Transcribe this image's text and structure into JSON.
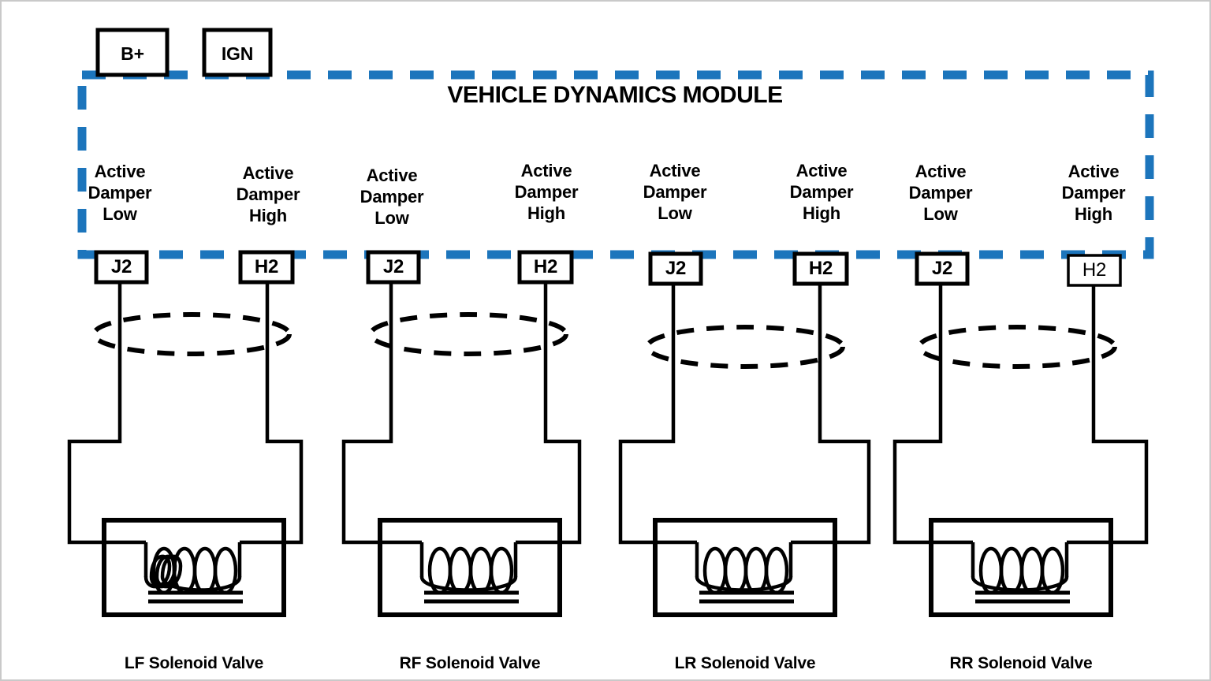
{
  "diagram": {
    "title": "VEHICLE DYNAMICS MODULE",
    "module_border_color": "#1C75BC",
    "wire_color": "#000000",
    "background": "#ffffff"
  },
  "supply_terminals": [
    {
      "id": "b-plus",
      "label": "B+"
    },
    {
      "id": "ign",
      "label": "IGN"
    }
  ],
  "channels": [
    {
      "id": "lf",
      "valve_label": "LF Solenoid Valve",
      "low": {
        "signal_label": "Active\nDamper\nLow",
        "pin": "J2"
      },
      "high": {
        "signal_label": "Active\nDamper\nHigh",
        "pin": "H2"
      }
    },
    {
      "id": "rf",
      "valve_label": "RF Solenoid Valve",
      "low": {
        "signal_label": "Active\nDamper\nLow",
        "pin": "J2"
      },
      "high": {
        "signal_label": "Active\nDamper\nHigh",
        "pin": "H2"
      }
    },
    {
      "id": "lr",
      "valve_label": "LR Solenoid Valve",
      "low": {
        "signal_label": "Active\nDamper\nLow",
        "pin": "J2"
      },
      "high": {
        "signal_label": "Active\nDamper\nHigh",
        "pin": "H2"
      }
    },
    {
      "id": "rr",
      "valve_label": "RR Solenoid Valve",
      "low": {
        "signal_label": "Active\nDamper\nLow",
        "pin": "J2"
      },
      "high": {
        "signal_label": "Active\nDamper\nHigh",
        "pin": "H2"
      }
    }
  ],
  "annotations": {
    "twisted_pair_symbol": "dashed-ellipse",
    "coil_symbol": "solenoid-coil",
    "core_symbol": "solenoid-core-bars"
  }
}
